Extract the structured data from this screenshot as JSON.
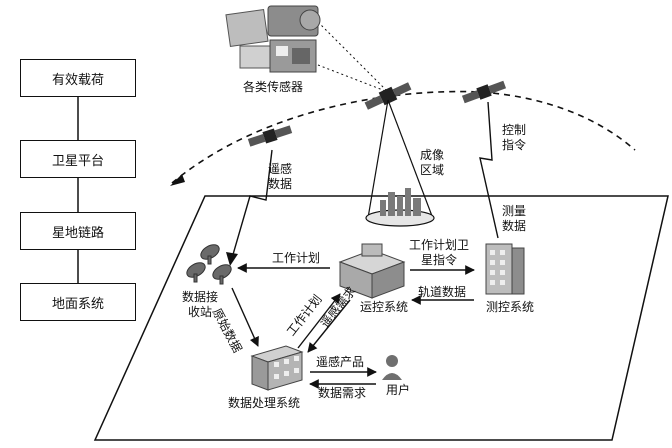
{
  "stack": {
    "payload": "有效载荷",
    "platform": "卫星平台",
    "link": "星地链路",
    "ground": "地面系统"
  },
  "sky": {
    "sensors": "各类传感器",
    "imaging_area": "成像区域",
    "remote_data": "遥感数据",
    "control_cmd": "控制指令",
    "measure_data": "测量数据"
  },
  "ground": {
    "receiver": "数据接收站",
    "ops": "运控系统",
    "ttc": "测控系统",
    "processing": "数据处理系统",
    "user": "用户"
  },
  "flows": {
    "work_plan_left": "工作计划",
    "work_plan_sat": "工作计划卫星指令",
    "orbit_data": "轨道数据",
    "raw_data": "原始数据",
    "work_plan_diag": "工作计划",
    "rs_demand": "遥感需求",
    "rs_product": "遥感产品",
    "data_demand": "数据需求"
  },
  "colors": {
    "line": "#111111",
    "building": "#c9c9c9",
    "building_dark": "#8a8a8a",
    "satellite": "#333333"
  }
}
